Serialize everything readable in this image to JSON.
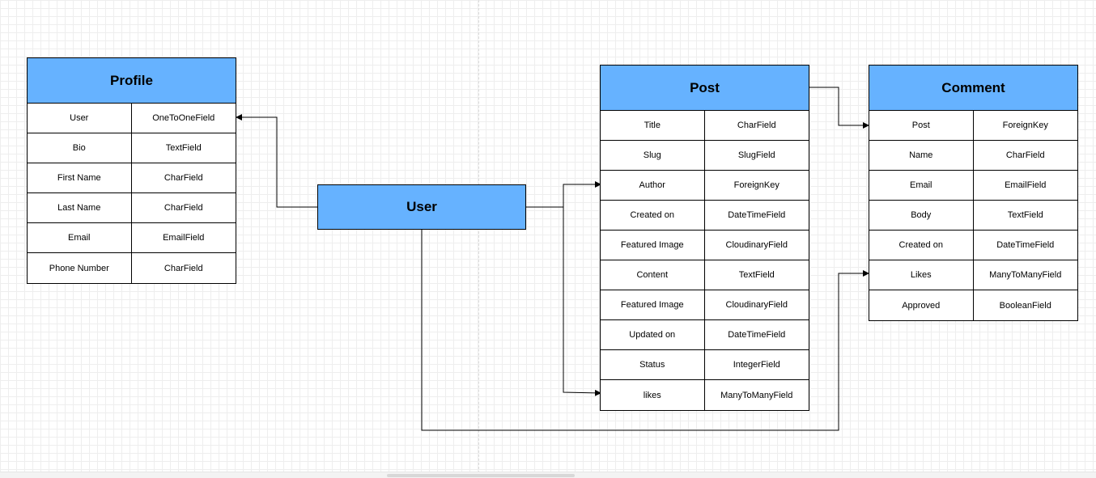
{
  "colors": {
    "header_fill": "#66b2ff",
    "border": "#000000",
    "grid": "#eeeeee"
  },
  "entities": {
    "profile": {
      "title": "Profile",
      "rows": [
        {
          "field": "User",
          "type": "OneToOneField"
        },
        {
          "field": "Bio",
          "type": "TextField"
        },
        {
          "field": "First Name",
          "type": "CharField"
        },
        {
          "field": "Last Name",
          "type": "CharField"
        },
        {
          "field": "Email",
          "type": "EmailField"
        },
        {
          "field": "Phone Number",
          "type": "CharField"
        }
      ]
    },
    "user": {
      "title": "User"
    },
    "post": {
      "title": "Post",
      "rows": [
        {
          "field": "Title",
          "type": "CharField"
        },
        {
          "field": "Slug",
          "type": "SlugField"
        },
        {
          "field": "Author",
          "type": "ForeignKey"
        },
        {
          "field": "Created on",
          "type": "DateTimeField"
        },
        {
          "field": "Featured Image",
          "type": "CloudinaryField"
        },
        {
          "field": "Content",
          "type": "TextField"
        },
        {
          "field": "Featured Image",
          "type": "CloudinaryField"
        },
        {
          "field": "Updated on",
          "type": "DateTimeField"
        },
        {
          "field": "Status",
          "type": "IntegerField"
        },
        {
          "field": "likes",
          "type": "ManyToManyField"
        }
      ]
    },
    "comment": {
      "title": "Comment",
      "rows": [
        {
          "field": "Post",
          "type": "ForeignKey"
        },
        {
          "field": "Name",
          "type": "CharField"
        },
        {
          "field": "Email",
          "type": "EmailField"
        },
        {
          "field": "Body",
          "type": "TextField"
        },
        {
          "field": "Created on",
          "type": "DateTimeField"
        },
        {
          "field": "Likes",
          "type": "ManyToManyField"
        },
        {
          "field": "Approved",
          "type": "BooleanField"
        }
      ]
    }
  },
  "relationships": [
    {
      "from": "User",
      "to": "Profile.User"
    },
    {
      "from": "User",
      "to": "Post.Author"
    },
    {
      "from": "User",
      "to": "Post.likes"
    },
    {
      "from": "User",
      "to": "Comment.Likes"
    },
    {
      "from": "Post",
      "to": "Comment.Post"
    }
  ]
}
